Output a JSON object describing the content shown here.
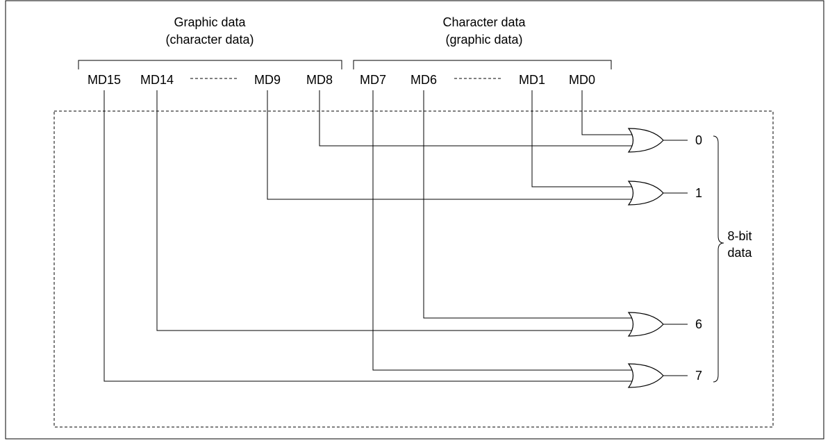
{
  "groups": {
    "graphic": {
      "line1": "Graphic data",
      "line2": "(character data)"
    },
    "character": {
      "line1": "Character data",
      "line2": "(graphic data)"
    }
  },
  "bits": {
    "md15": "MD15",
    "md14": "MD14",
    "md9": "MD9",
    "md8": "MD8",
    "md7": "MD7",
    "md6": "MD6",
    "md1": "MD1",
    "md0": "MD0"
  },
  "outputs": {
    "out0": "0",
    "out1": "1",
    "out6": "6",
    "out7": "7"
  },
  "brace_label": {
    "line1": "8-bit",
    "line2": "data"
  },
  "colors": {
    "line": "#000000",
    "background": "#ffffff"
  }
}
